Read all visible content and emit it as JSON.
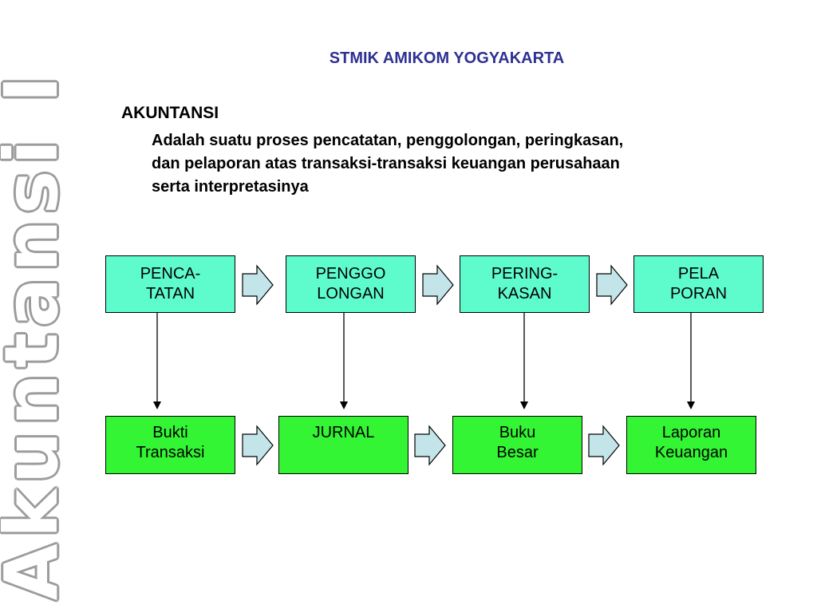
{
  "header": {
    "title": "STMIK AMIKOM YOGYAKARTA"
  },
  "section": {
    "heading": "AKUNTANSI",
    "definition": "Adalah suatu proses pencatatan, penggolongan, peringkasan,\ndan pelaporan atas transaksi-transaksi keuangan perusahaan\nserta interpretasinya"
  },
  "side_title": "Akuntansi I",
  "colors": {
    "title_text": "#2e3192",
    "process_box_fill": "#5efbcc",
    "output_box_fill": "#33f533",
    "flow_arrow_fill": "#c3e5ea"
  },
  "diagram": {
    "process_steps": [
      {
        "label": "PENCA-\nTATAN"
      },
      {
        "label": "PENGGO\nLONGAN"
      },
      {
        "label": "PERING-\nKASAN"
      },
      {
        "label": "PELA\nPORAN"
      }
    ],
    "outputs": [
      {
        "label": "Bukti\nTransaksi"
      },
      {
        "label": "JURNAL"
      },
      {
        "label": "Buku\nBesar"
      },
      {
        "label": "Laporan\nKeuangan"
      }
    ]
  }
}
